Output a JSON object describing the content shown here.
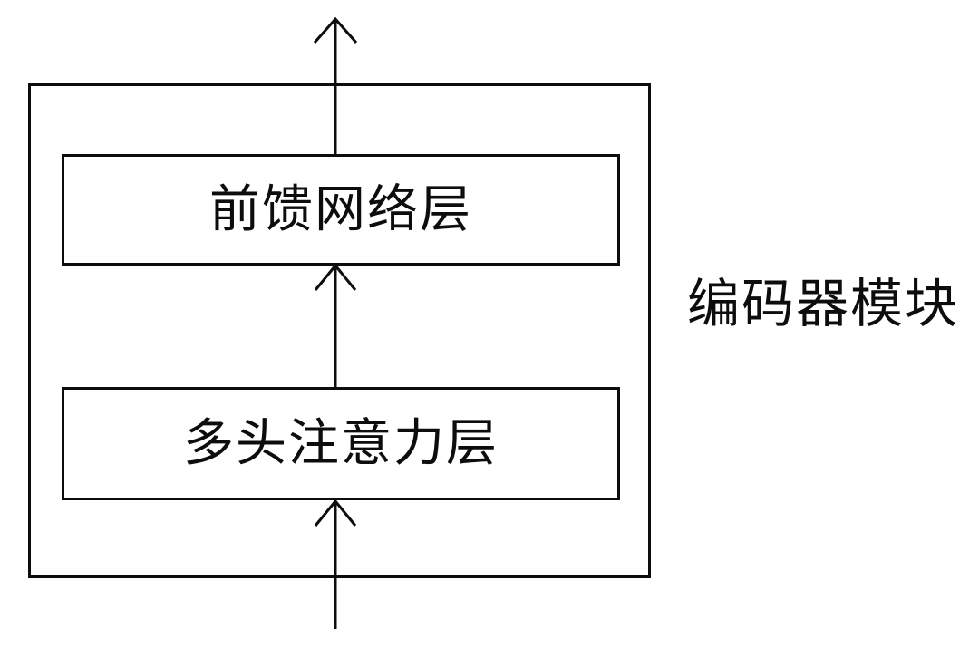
{
  "diagram": {
    "title": "编码器模块",
    "type": "block-diagram",
    "caption": {
      "text": "编码器模块",
      "position": "right-of-frame"
    },
    "container": {
      "name": "encoder-module-frame",
      "label": "编码器模块",
      "border_color": "#0d0d0d"
    },
    "blocks": [
      {
        "id": "feed-forward-layer",
        "label": "前馈网络层",
        "order": 2,
        "border_color": "#0d0d0d",
        "fill_color": "#ffffff"
      },
      {
        "id": "multi-head-attention-layer",
        "label": "多头注意力层",
        "order": 1,
        "border_color": "#0d0d0d",
        "fill_color": "#ffffff"
      }
    ],
    "arrows": [
      {
        "id": "input-arrow",
        "from": "outside-bottom",
        "to": "multi-head-attention-layer",
        "direction": "up",
        "style": "open-chevron"
      },
      {
        "id": "attention-to-feedforward-arrow",
        "from": "multi-head-attention-layer",
        "to": "feed-forward-layer",
        "direction": "up",
        "style": "open-chevron"
      },
      {
        "id": "output-arrow",
        "from": "feed-forward-layer",
        "to": "outside-top",
        "direction": "up",
        "style": "open-chevron"
      }
    ],
    "colors": {
      "stroke": "#0d0d0d",
      "background": "#ffffff",
      "text": "#0d0d0d"
    }
  }
}
